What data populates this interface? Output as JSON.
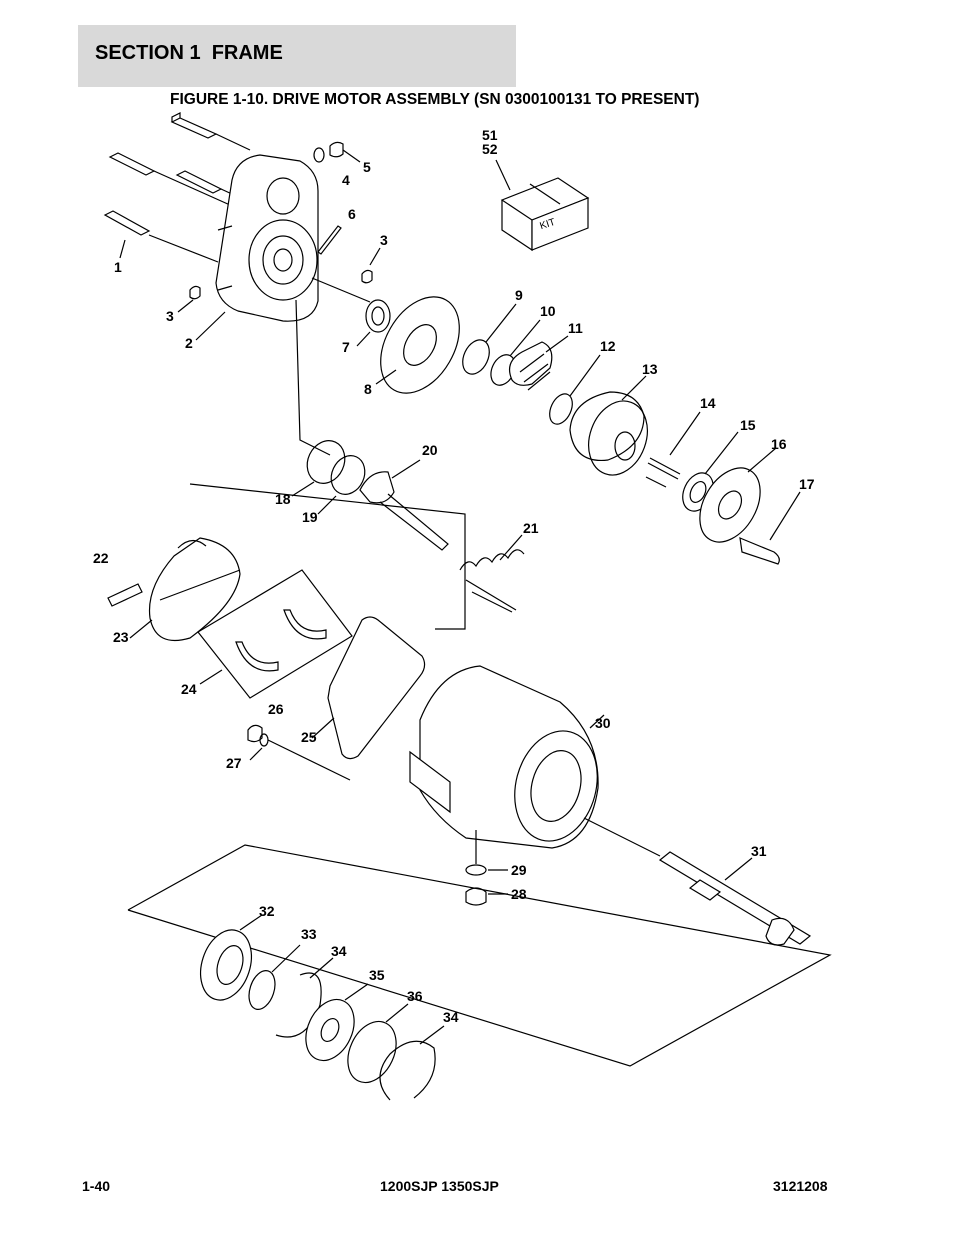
{
  "header": {
    "section_title": "SECTION 1  FRAME",
    "figure_title": "FIGURE 1-10. DRIVE MOTOR ASSEMBLY (SN 0300100131 TO PRESENT)"
  },
  "kit_text": "KIT",
  "callouts": [
    "1",
    "2",
    "3",
    "3",
    "4",
    "5",
    "6",
    "7",
    "8",
    "9",
    "10",
    "11",
    "12",
    "13",
    "14",
    "15",
    "16",
    "17",
    "18",
    "19",
    "20",
    "21",
    "22",
    "23",
    "24",
    "25",
    "26",
    "27",
    "28",
    "29",
    "30",
    "31",
    "32",
    "33",
    "34",
    "34",
    "35",
    "36",
    "51",
    "52"
  ],
  "footer": {
    "page_number": "1-40",
    "models": "1200SJP 1350SJP",
    "doc_number": "3121208"
  }
}
